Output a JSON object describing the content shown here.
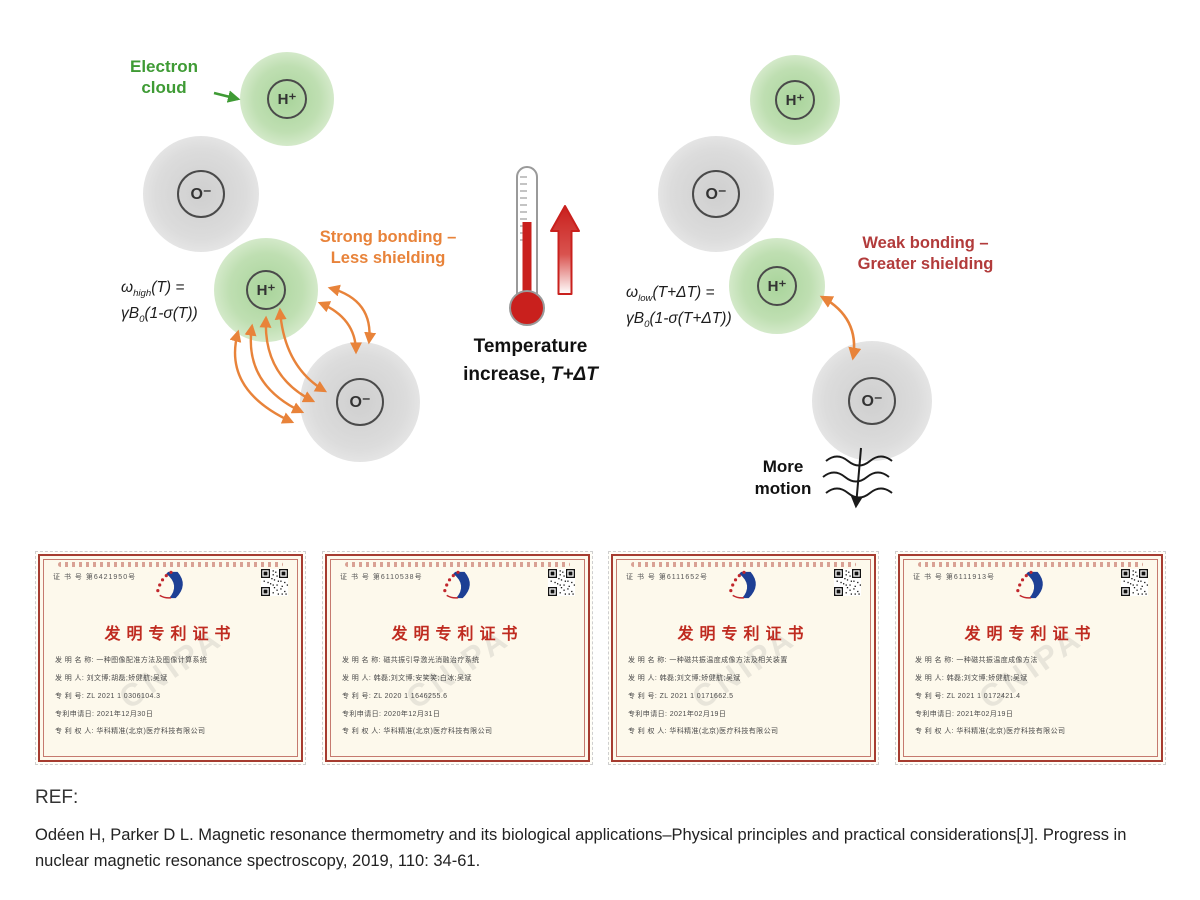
{
  "diagram": {
    "electron_cloud_label": "Electron\ncloud",
    "atom_labels": {
      "h": "H⁺",
      "o": "O⁻"
    },
    "left": {
      "formula": {
        "p1": "ω",
        "p2": "high",
        "p3": "(T) =",
        "p4": "γB",
        "p5": "0",
        "p6": "(1-σ(T))"
      },
      "bonding_label": "Strong bonding –\nLess shielding"
    },
    "center": {
      "temp_line1": "Temperature",
      "temp_line2_pre": "increase, ",
      "temp_line2_math": "T+ΔT"
    },
    "right": {
      "formula": {
        "p1": "ω",
        "p2": "low",
        "p3": "(T+ΔT) =",
        "p4": "γB",
        "p5": "0",
        "p6": "(1-σ(T+ΔT))"
      },
      "bonding_label": "Weak bonding –\nGreater shielding",
      "motion_label": "More\nmotion"
    },
    "colors": {
      "electron_green": "#3f9b35",
      "strong_orange": "#e8833a",
      "weak_red": "#b23b3b",
      "thermometer_red": "#c9201d"
    }
  },
  "certificates": [
    {
      "cert_no": "证 书 号 第6421950号",
      "title": "发明专利证书",
      "watermark": "CNIPA",
      "lines": [
        "发 明 名 称: 一种图像配准方法及图像计算系统",
        "发  明  人: 刘文博;胡磊;矫健航;吴斌",
        "专  利  号: ZL 2021 1 0306104.3",
        "专利申请日: 2021年12月30日",
        "专 利 权 人: 华科精准(北京)医疗科技有限公司"
      ]
    },
    {
      "cert_no": "证 书 号 第6110538号",
      "title": "发明专利证书",
      "watermark": "CNIPA",
      "lines": [
        "发 明 名 称: 磁共振引导激光消融治疗系统",
        "发  明  人: 韩磊;刘文博;安笑笑;白冰;吴斌",
        "专  利  号: ZL 2020 1 1646255.6",
        "专利申请日: 2020年12月31日",
        "专 利 权 人: 华科精准(北京)医疗科技有限公司"
      ]
    },
    {
      "cert_no": "证 书 号 第6111652号",
      "title": "发明专利证书",
      "watermark": "CNIPA",
      "lines": [
        "发 明 名 称: 一种磁共振温度成像方法及相关装置",
        "发  明  人: 韩磊;刘文博;矫健航;吴斌",
        "专  利  号: ZL 2021 1 0171662.5",
        "专利申请日: 2021年02月19日",
        "专 利 权 人: 华科精准(北京)医疗科技有限公司"
      ]
    },
    {
      "cert_no": "证 书 号 第6111913号",
      "title": "发明专利证书",
      "watermark": "CNIPA",
      "lines": [
        "发 明 名 称: 一种磁共振温度成像方法",
        "发  明  人: 韩磊;刘文博;矫健航;吴斌",
        "专  利  号: ZL 2021 1 0172421.4",
        "专利申请日: 2021年02月19日",
        "专 利 权 人: 华科精准(北京)医疗科技有限公司"
      ]
    }
  ],
  "reference": {
    "label": "REF:",
    "citation": "Odéen H, Parker D L. Magnetic resonance thermometry and its biological applications–Physical principles and practical considerations[J]. Progress in nuclear magnetic resonance spectroscopy, 2019, 110: 34-61."
  }
}
